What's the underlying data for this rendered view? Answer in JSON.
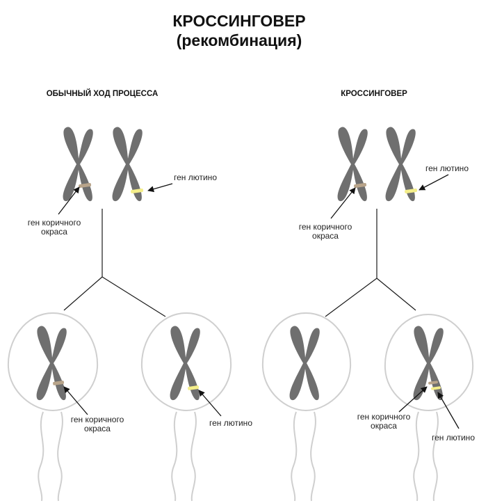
{
  "title": {
    "line1": "КРОССИНГОВЕР",
    "line2": "(рекомбинация)"
  },
  "panels": {
    "left": {
      "heading": "ОБЫЧНЫЙ ХОД ПРОЦЕССА"
    },
    "right": {
      "heading": "КРОССИНГОВЕР"
    }
  },
  "labels": {
    "lutino": "ген лютино",
    "brown_line1": "ген коричного",
    "brown_line2": "окраса"
  },
  "colors": {
    "chromosome": "#6f6f6f",
    "brown_gene": "#b8a48a",
    "lutino_gene": "#f4ee8a",
    "cell_outline": "#cfcfcf"
  }
}
